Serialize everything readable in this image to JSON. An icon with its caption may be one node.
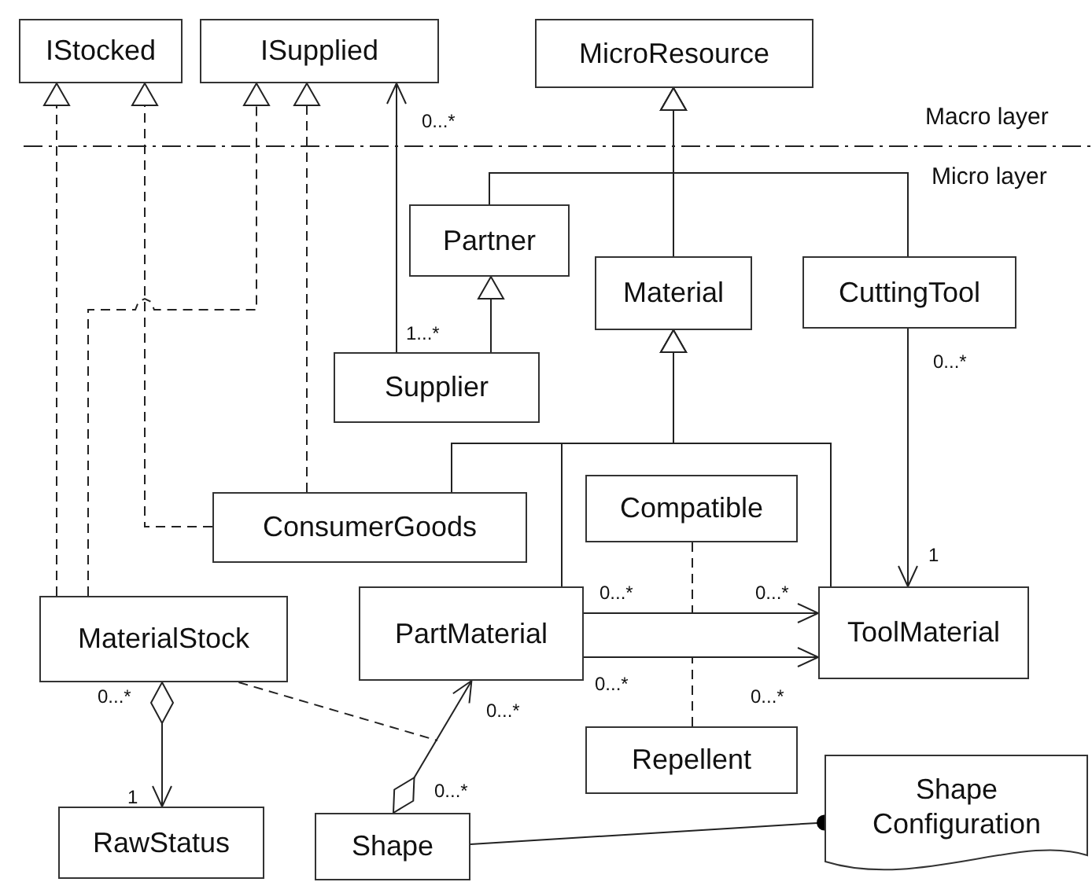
{
  "diagram": {
    "nodes": [
      {
        "text": [
          "IStocked"
        ]
      },
      {
        "text": [
          "ISupplied"
        ]
      },
      {
        "text": [
          "MicroResource"
        ]
      },
      {
        "text": [
          "Partner"
        ]
      },
      {
        "text": [
          "Material"
        ]
      },
      {
        "text": [
          "CuttingTool"
        ]
      },
      {
        "text": [
          "Supplier"
        ]
      },
      {
        "text": [
          "ConsumerGoods"
        ]
      },
      {
        "text": [
          "Compatible"
        ]
      },
      {
        "text": [
          "MaterialStock"
        ]
      },
      {
        "text": [
          "PartMaterial"
        ]
      },
      {
        "text": [
          "ToolMaterial"
        ]
      },
      {
        "text": [
          "Repellent"
        ]
      },
      {
        "text": [
          "RawStatus"
        ]
      },
      {
        "text": [
          "Shape"
        ]
      },
      {
        "text": [
          "Shape Configuration"
        ]
      }
    ],
    "edges": [
      {
        "from": 9,
        "to": 0,
        "arrow": "to",
        "style": "dashed"
      },
      {
        "from": 7,
        "to": 0,
        "arrow": "to",
        "style": "dashed"
      },
      {
        "from": 9,
        "to": 1,
        "arrow": "to",
        "style": "dashed"
      },
      {
        "from": 7,
        "to": 1,
        "arrow": "to",
        "style": "dashed"
      },
      {
        "from": 6,
        "to": 1,
        "arrow": "to"
      },
      {
        "from": 6,
        "to": 3,
        "arrow": "to"
      },
      {
        "from": 3,
        "to": 2,
        "arrow": "to"
      },
      {
        "from": 4,
        "to": 2,
        "arrow": "to"
      },
      {
        "from": 5,
        "to": 2,
        "arrow": "to"
      },
      {
        "from": 7,
        "to": 4,
        "arrow": "to"
      },
      {
        "from": 10,
        "to": 4,
        "arrow": "to"
      },
      {
        "from": 11,
        "to": 4,
        "arrow": "to"
      },
      {
        "from": 5,
        "to": 11,
        "arrow": "to"
      },
      {
        "from": 10,
        "to": 11,
        "arrow": "to"
      },
      {
        "from": 10,
        "to": 11,
        "arrow": "to"
      },
      {
        "from": 8,
        "to": null,
        "arrow": "none",
        "style": "dashed"
      },
      {
        "from": 12,
        "to": null,
        "arrow": "none",
        "style": "dashed"
      },
      {
        "from": 9,
        "to": 13,
        "arrow": "to"
      },
      {
        "from": 14,
        "to": 10,
        "arrow": "to"
      },
      {
        "from": 9,
        "to": null,
        "arrow": "none",
        "style": "dashed"
      },
      {
        "from": 14,
        "to": 15,
        "arrow": "other"
      }
    ],
    "labels": [
      "0...*",
      "Macro layer",
      "Micro layer",
      "1...*",
      "0...*",
      "1",
      "0...*",
      "0...*",
      "0...*",
      "0...*",
      "0...*",
      "0...*",
      "0...*",
      "1"
    ]
  }
}
